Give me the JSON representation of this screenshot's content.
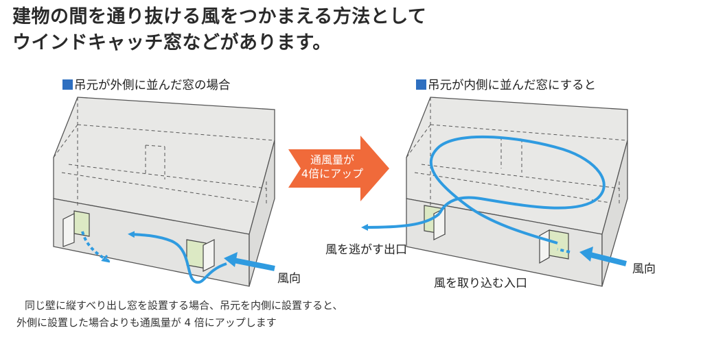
{
  "headline": {
    "line1": "建物の間を通り抜ける風をつかまえる方法として",
    "line2": "ウインドキャッチ窓などがあります。"
  },
  "left_panel": {
    "title": "吊元が外側に並んだ窓の場合",
    "wind_label": "風向"
  },
  "center_arrow": {
    "line1": "通風量が",
    "line2": "4倍にアップ",
    "color": "#f06a3a"
  },
  "right_panel": {
    "title": "吊元が内側に並んだ窓にすると",
    "wind_label": "風向",
    "exit_label": "風を逃がす出口",
    "entry_label": "風を取り込む入口"
  },
  "caption": {
    "line1": "同じ壁に縦すべり出し窓を設置する場合、吊元を内側に設置すると、",
    "line2": "外側に設置した場合よりも通風量が 4 倍にアップします"
  },
  "colors": {
    "accent_blue": "#2e6fc0",
    "flow_blue": "#2f9be0",
    "building_fill": "#e8e8e6",
    "window_green": "#dce9c4"
  }
}
